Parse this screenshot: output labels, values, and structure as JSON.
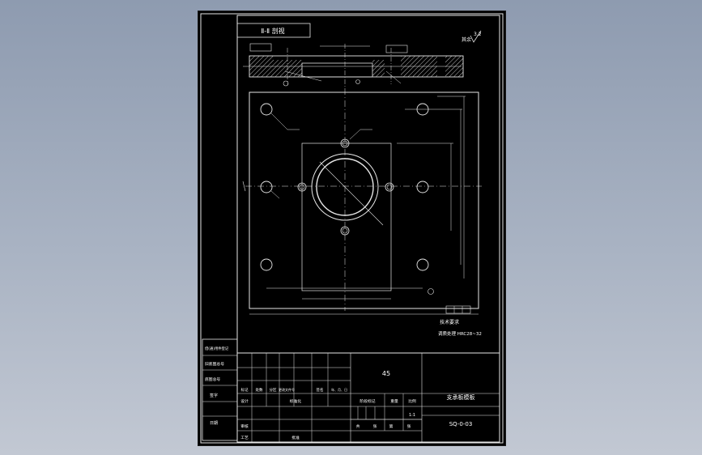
{
  "drawing": {
    "section_label": "Ⅱ-Ⅱ 剖视",
    "surface_finish": "3.2",
    "finish_prefix": "其余",
    "title_block": {
      "material": "45",
      "part_name": "支承板模板",
      "drawing_no": "SQ-0-03",
      "scale": "1:1",
      "header_row": [
        "标记",
        "处数",
        "分区",
        "更改文件号",
        "签名",
        "年、月、日"
      ],
      "left_labels": [
        "设计",
        "审核",
        "工艺"
      ],
      "mid_labels": [
        "标准化",
        "批准"
      ],
      "right_labels": [
        "阶段标记",
        "重量",
        "比例"
      ],
      "bottom_labels": [
        "共",
        "张",
        "第",
        "张"
      ],
      "side_labels": [
        "借(通)用件登记",
        "旧底图总号",
        "底图总号",
        "签字",
        "日期"
      ]
    },
    "notes": [
      "技术要求",
      "调质处理 HRC28~32"
    ]
  }
}
